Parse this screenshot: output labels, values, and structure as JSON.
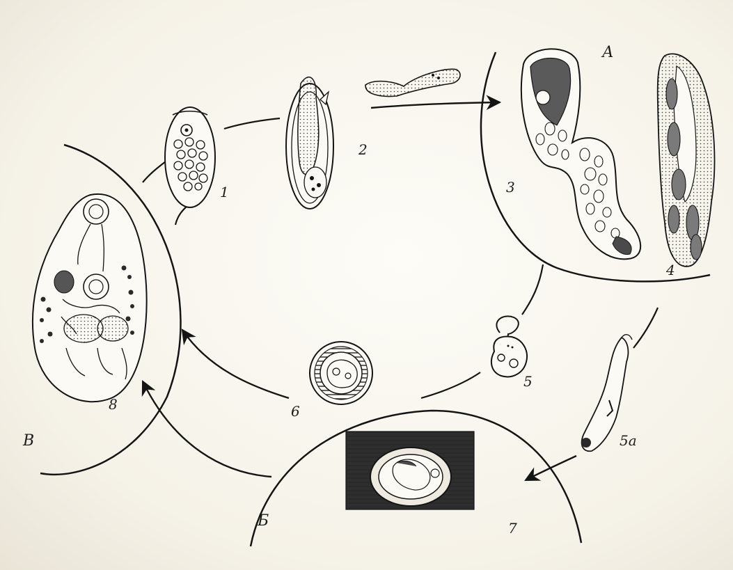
{
  "figure": {
    "zone_labels": {
      "a": "А",
      "b": "Б",
      "v": "В"
    },
    "stage_labels": {
      "s1": "1",
      "s2": "2",
      "s3": "3",
      "s4": "4",
      "s5": "5",
      "s5a": "5а",
      "s6": "6",
      "s7": "7",
      "s8": "8"
    }
  }
}
